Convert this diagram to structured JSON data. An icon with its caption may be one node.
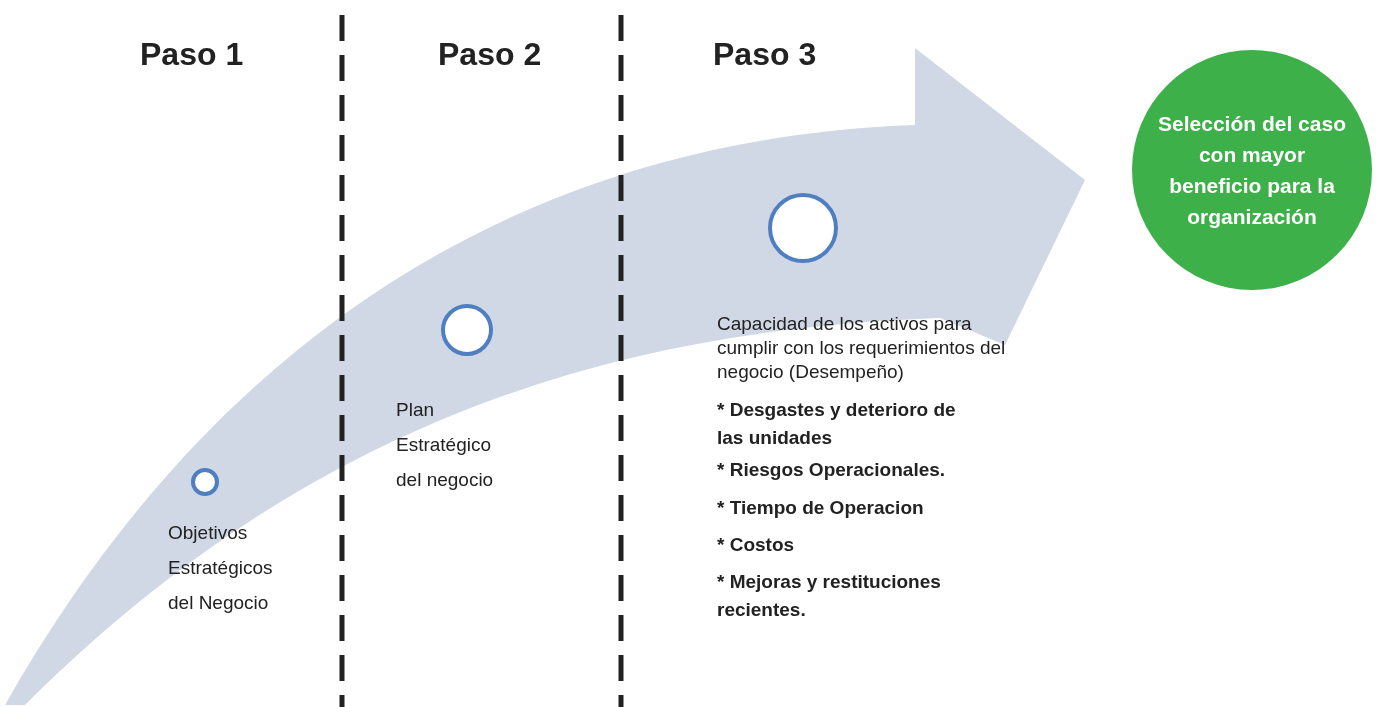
{
  "diagram": {
    "nodes": [
      {
        "text": [],
        "shape": "circle",
        "beside": [
          "Objetivos Estratégicos del Negocio"
        ]
      },
      {
        "text": [],
        "shape": "circle",
        "beside": [
          "Plan Estratégico del negocio"
        ]
      },
      {
        "text": [],
        "shape": "circle",
        "beside": [
          "Capacidad de los activos para cumplir con los requerimientos del negocio (Desempeño)",
          "* Desgastes y deterioro de las unidades",
          "* Riesgos Operacionales.",
          "* Tiempo de Operacion",
          "* Costos",
          "* Mejoras y restituciones recientes."
        ]
      },
      {
        "text": [
          "Selección del caso con mayor beneficio para la organización"
        ]
      }
    ],
    "edges": [],
    "labels": [
      "Paso 1",
      "Paso 2",
      "Paso 3"
    ]
  }
}
